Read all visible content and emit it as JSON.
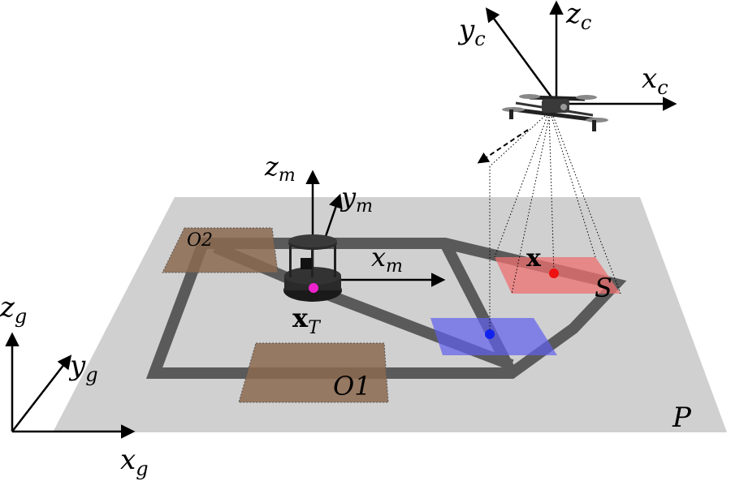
{
  "labels": {
    "ground_x": "x",
    "ground_x_sub": "g",
    "ground_y": "y",
    "ground_y_sub": "g",
    "ground_z": "z",
    "ground_z_sub": "g",
    "robot_x": "x",
    "robot_x_sub": "m",
    "robot_y": "y",
    "robot_y_sub": "m",
    "robot_z": "z",
    "robot_z_sub": "m",
    "camera_x": "x",
    "camera_x_sub": "c",
    "camera_y": "y",
    "camera_y_sub": "c",
    "camera_z": "z",
    "camera_z_sub": "c",
    "robot_position": "x",
    "robot_position_sub": "T",
    "target_point": "x",
    "region_s": "S",
    "plane": "P",
    "obstacle1": "O1",
    "obstacle2": "O2"
  },
  "colors": {
    "plane": "#d0d0d0",
    "track": "#5a5a5a",
    "obstacle": "#8c6a50",
    "sensing_region": "#ee7070",
    "projection_region": "#6060ee",
    "robot_marker": "#ee22cc",
    "target_marker": "#ee1111",
    "projection_marker": "#1122ee"
  },
  "icons": {
    "robot": "ground-robot-icon",
    "drone": "quadrotor-drone-icon"
  }
}
